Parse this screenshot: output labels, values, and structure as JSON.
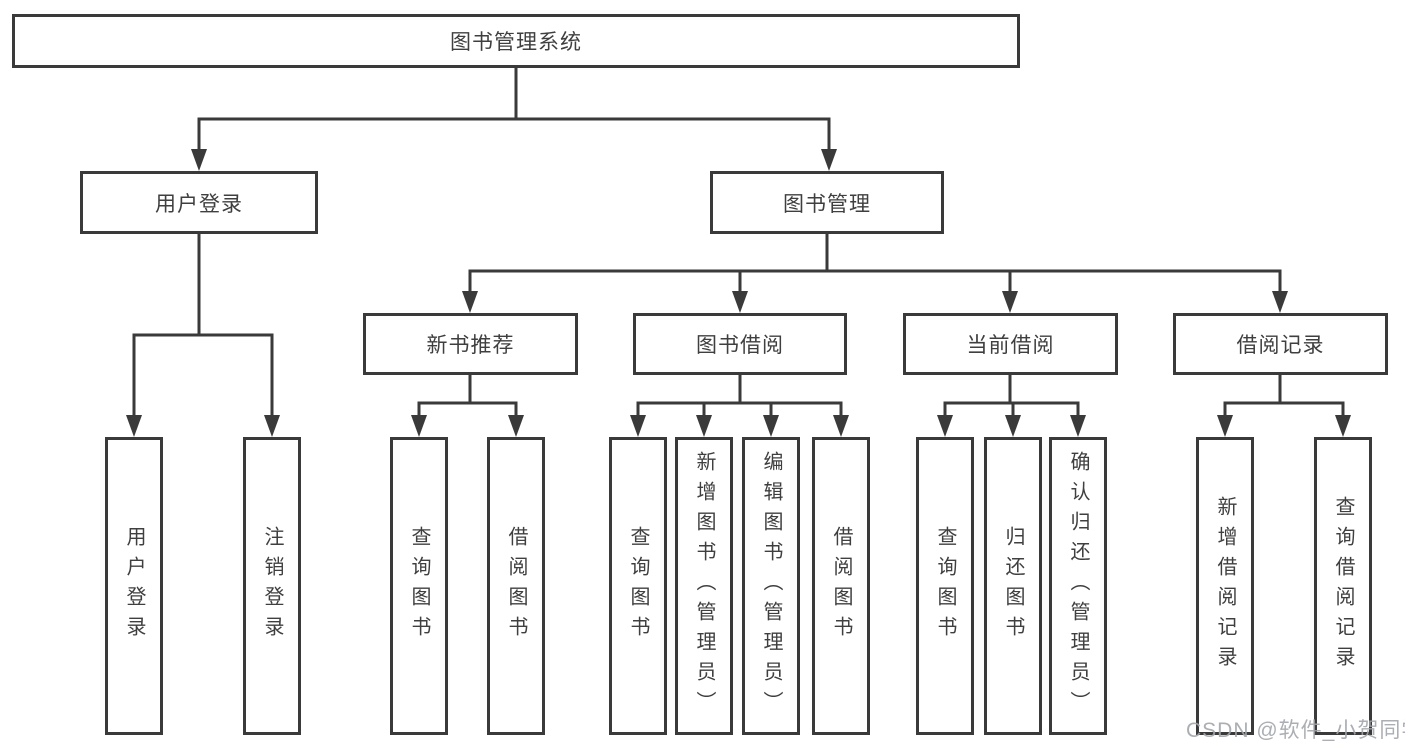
{
  "tree": {
    "root": {
      "label": "图书管理系统"
    },
    "level1": [
      {
        "id": "user-login",
        "label": "用户登录"
      },
      {
        "id": "book-management",
        "label": "图书管理"
      }
    ],
    "level2": [
      {
        "id": "new-book-recommend",
        "parent": "book-management",
        "label": "新书推荐"
      },
      {
        "id": "book-borrowing",
        "parent": "book-management",
        "label": "图书借阅"
      },
      {
        "id": "current-borrowing",
        "parent": "book-management",
        "label": "当前借阅"
      },
      {
        "id": "borrowing-records",
        "parent": "book-management",
        "label": "借阅记录"
      }
    ],
    "leaves": [
      {
        "parent": "user-login",
        "label": "用户登录"
      },
      {
        "parent": "user-login",
        "label": "注销登录"
      },
      {
        "parent": "new-book-recommend",
        "label": "查询图书"
      },
      {
        "parent": "new-book-recommend",
        "label": "借阅图书"
      },
      {
        "parent": "book-borrowing",
        "label": "查询图书"
      },
      {
        "parent": "book-borrowing",
        "label": "新增图书（管理员）"
      },
      {
        "parent": "book-borrowing",
        "label": "编辑图书（管理员）"
      },
      {
        "parent": "book-borrowing",
        "label": "借阅图书"
      },
      {
        "parent": "current-borrowing",
        "label": "查询图书"
      },
      {
        "parent": "current-borrowing",
        "label": "归还图书"
      },
      {
        "parent": "current-borrowing",
        "label": "确认归还（管理员）"
      },
      {
        "parent": "borrowing-records",
        "label": "新增借阅记录"
      },
      {
        "parent": "borrowing-records",
        "label": "查询借阅记录"
      }
    ]
  },
  "watermark": {
    "text": "CSDN @软件_小贺同学"
  },
  "colors": {
    "line": "#3a3a3a",
    "text": "#3f3f3f",
    "watermark": "#a2a6ab",
    "background": "#ffffff"
  }
}
